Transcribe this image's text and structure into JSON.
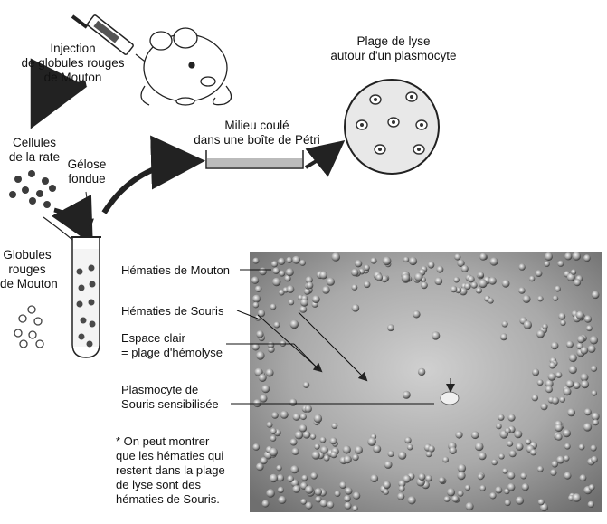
{
  "labels": {
    "injection": [
      "Injection",
      "de globules rouges",
      "de Mouton"
    ],
    "cells_spleen": [
      "Cellules",
      "de la rate"
    ],
    "agar": [
      "Gélose",
      "fondue"
    ],
    "rbc": [
      "Globules",
      "rouges",
      "de Mouton"
    ],
    "medium": [
      "Milieu coulé",
      "dans une boîte de Pétri"
    ],
    "lysis_plaque": [
      "Plage de lyse",
      "autour d'un plasmocyte"
    ]
  },
  "photo_labels": {
    "sheep_rbc": "Hématies de Mouton",
    "mouse_rbc": "Hématies de Souris",
    "clear_space": [
      "Espace clair",
      "= plage d'hémolyse"
    ],
    "plasmocyte": [
      "Plasmocyte de",
      "Souris sensibilisée"
    ],
    "note": [
      "* On peut montrer",
      "que les hématies qui",
      "restent dans la plage",
      "de lyse sont des",
      "hématies de Souris."
    ]
  }
}
